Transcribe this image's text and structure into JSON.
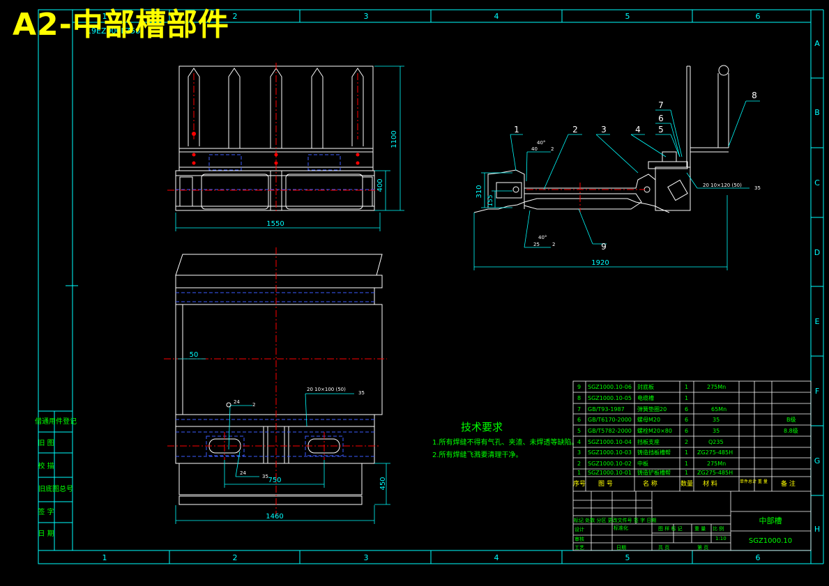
{
  "banner": {
    "title": "A2-中部槽部件",
    "overlay_code": "19EZ000LZ58"
  },
  "border": {
    "cols": [
      "1",
      "2",
      "3",
      "4",
      "5",
      "6"
    ],
    "rows": [
      "A",
      "B",
      "C",
      "D",
      "E",
      "F",
      "G",
      "H"
    ]
  },
  "left_strip": [
    "借通用件登记",
    "旧 图",
    "校 描",
    "旧底图总号",
    "签 字",
    "日 期"
  ],
  "dimensions": {
    "front_width": "1550",
    "front_height": "1100",
    "front_lower": "400",
    "side_width": "1920",
    "side_h1": "310",
    "side_h2": "155",
    "plan_offset": "50",
    "plan_hole": "750",
    "plan_height": "450",
    "plan_width": "1460"
  },
  "weld_marks": {
    "angle_a": "40°",
    "size_a": "40",
    "num_a": "2",
    "angle_b": "40°",
    "size_b": "25",
    "num_b": "2",
    "spec_side": "20 10×120 (50)",
    "num_side": "35",
    "spec_plan": "20 10×100 (50)",
    "num_plan": "35",
    "plan_small_a": "24",
    "plan_small_a2": "2",
    "plan_small_b": "24",
    "plan_small_b2": "35"
  },
  "callouts": [
    "1",
    "2",
    "3",
    "4",
    "5",
    "6",
    "7",
    "8",
    "9"
  ],
  "tech": {
    "title": "技术要求",
    "lines": [
      "1.所有焊缝不得有气孔、夹渣、未焊透等缺陷。",
      "2.所有焊缝飞溅要清理干净。"
    ]
  },
  "bom": {
    "rows": [
      {
        "no": "9",
        "code": "SGZ1000.10-06",
        "name": "封底板",
        "qty": "1",
        "mat": "275Mn",
        "note": ""
      },
      {
        "no": "8",
        "code": "SGZ1000.10-05",
        "name": "电缆槽",
        "qty": "1",
        "mat": "",
        "note": ""
      },
      {
        "no": "7",
        "code": "GB/T93-1987",
        "name": "弹簧垫圈20",
        "qty": "6",
        "mat": "65Mn",
        "note": ""
      },
      {
        "no": "6",
        "code": "GB/T6170-2000",
        "name": "螺母M20",
        "qty": "6",
        "mat": "35",
        "note": "B级"
      },
      {
        "no": "5",
        "code": "GB/T5782-2000",
        "name": "螺栓M20×80",
        "qty": "6",
        "mat": "35",
        "note": "8.8级"
      },
      {
        "no": "4",
        "code": "SGZ1000.10-04",
        "name": "挡板支座",
        "qty": "2",
        "mat": "Q235",
        "note": ""
      },
      {
        "no": "3",
        "code": "SGZ1000.10-03",
        "name": "铸造挡板槽帮",
        "qty": "1",
        "mat": "ZG275-485H",
        "note": ""
      },
      {
        "no": "2",
        "code": "SGZ1000.10-02",
        "name": "中板",
        "qty": "1",
        "mat": "275Mn",
        "note": ""
      },
      {
        "no": "1",
        "code": "SGZ1000.10-01",
        "name": "铸造铲板槽帮",
        "qty": "1",
        "mat": "ZG275-485H",
        "note": ""
      }
    ],
    "header": {
      "no": "序号",
      "code": "图 号",
      "name": "名 称",
      "qty": "数量",
      "mat": "材 料",
      "weight": "单件总计 重 量",
      "note": "备 注"
    }
  },
  "title_block": {
    "drawing_name": "中部槽",
    "drawing_no": "SGZ1000.10",
    "scale": "1:10",
    "stage": "图 样 标 记",
    "weight": "重 量",
    "ratio": "比 例",
    "sheet": "共 页",
    "page": "第 页",
    "mark": "标记 处数 分区 更改文件号 签 字 日期",
    "design": "设计",
    "std": "标准化",
    "review": "审核",
    "process": "工艺",
    "date": "日期"
  },
  "colors": {
    "frame": "#00ffff",
    "geometry": "#ffffff",
    "center": "#ff0000",
    "hidden": "#3b5bff",
    "text": "#00ff00",
    "dim": "#00ffff",
    "banner": "#ffff00"
  }
}
